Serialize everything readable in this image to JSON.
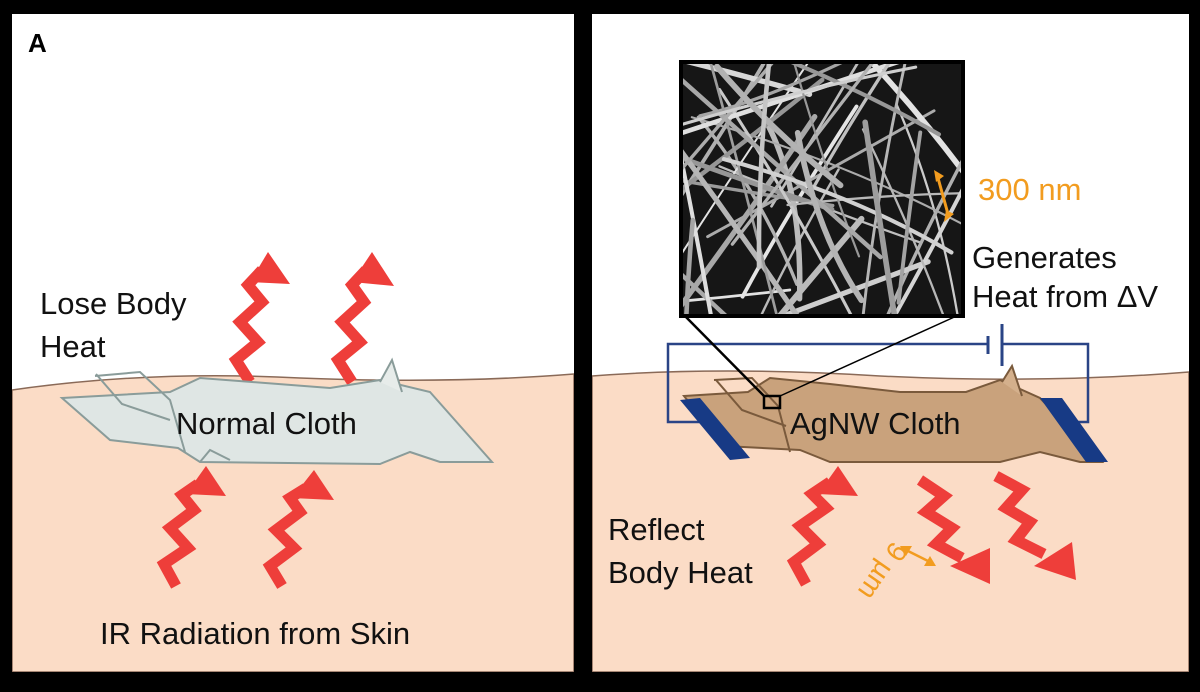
{
  "panel_letter": "A",
  "left_panel": {
    "label_lose_line1": "Lose Body",
    "label_lose_line2": "Heat",
    "cloth_label": "Normal Cloth",
    "label_ir": "IR Radiation from Skin"
  },
  "right_panel": {
    "scale_bar_label": "300 nm",
    "label_generates_line1": "Generates",
    "label_generates_line2": "Heat from ΔV",
    "cloth_label": "AgNW Cloth",
    "label_reflect_line1": "Reflect",
    "label_reflect_line2": "Body Heat",
    "wavelength_label": "9 µm"
  },
  "colors": {
    "frame": "#000000",
    "sky": "#ffffff",
    "skin": "#fbdcc6",
    "skin_outline": "#8a6a58",
    "heat_arrow": "#ee3e3a",
    "normal_cloth": "#dfe6e4",
    "agnw_cloth": "#c9a27c",
    "electrode": "#173a85",
    "circuit_wire": "#2a4486",
    "annotation_orange": "#f29c1f"
  },
  "icons": {
    "heat_arrow": "zigzag-arrow-icon",
    "battery": "battery-icon",
    "double_arrow": "double-arrow-icon"
  }
}
